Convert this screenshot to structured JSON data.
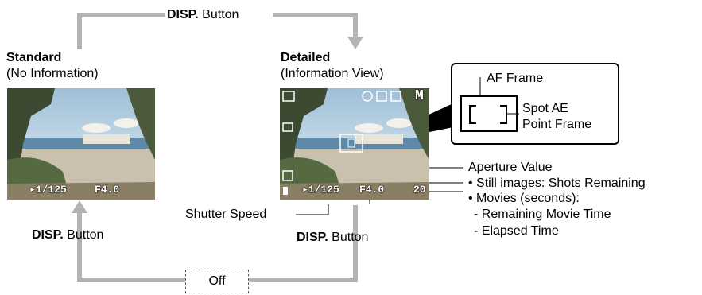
{
  "flow": {
    "top_button": {
      "bold": "DISP.",
      "rest": " Button"
    },
    "left_button": {
      "bold": "DISP.",
      "rest": " Button"
    },
    "right_button": {
      "bold": "DISP.",
      "rest": " Button"
    },
    "off_label": "Off"
  },
  "standard": {
    "title": "Standard",
    "subtitle": "(No Information)",
    "shutter": "▸1/125",
    "aperture": "F4.0"
  },
  "detailed": {
    "title": "Detailed",
    "subtitle": "(Information View)",
    "shutter": "▸1/125",
    "aperture": "F4.0",
    "shots": "20",
    "mode": "M"
  },
  "callout": {
    "af_frame": "AF Frame",
    "spot_ae_line1": "Spot AE",
    "spot_ae_line2": "Point Frame"
  },
  "labels": {
    "aperture_value": "Aperture Value",
    "shutter_speed": "Shutter Speed",
    "still_images": "• Still images: Shots Remaining",
    "movies": "• Movies (seconds):",
    "remaining_movie": "- Remaining Movie Time",
    "elapsed": "- Elapsed Time"
  },
  "colors": {
    "flow_line": "#b3b3b3",
    "callout_border": "#000000"
  }
}
